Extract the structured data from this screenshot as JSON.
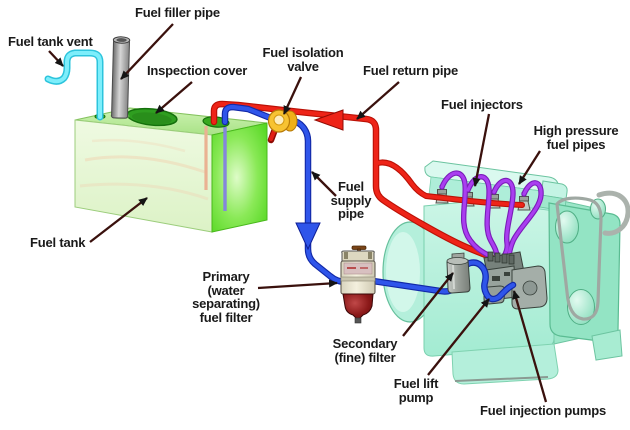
{
  "labels": {
    "fuel_tank_vent": "Fuel tank vent",
    "fuel_filler_pipe": "Fuel filler pipe",
    "inspection_cover": "Inspection cover",
    "fuel_isolation_valve": "Fuel isolation\nvalve",
    "fuel_return_pipe": "Fuel return pipe",
    "fuel_injectors": "Fuel injectors",
    "high_pressure_fuel_pipes": "High pressure\nfuel pipes",
    "fuel_supply_pipe": "Fuel\nsupply\npipe",
    "fuel_tank": "Fuel tank",
    "primary_fuel_filter": "Primary\n(water\nseparating)\nfuel filter",
    "secondary_filter": "Secondary\n(fine) filter",
    "fuel_lift_pump": "Fuel lift\npump",
    "fuel_injection_pumps": "Fuel injection pumps"
  },
  "flow_arrows": {
    "return_flow": "left",
    "supply_flow": "down"
  },
  "colors": {
    "supply_pipe_blue": "#2f55ea",
    "return_pipe_red": "#ee2418",
    "vent_pipe_cyan": "#7deefb",
    "high_pressure_pipe_purple": "#a93ef0",
    "tank_green": "#52d81e",
    "engine_mint": "#a8ecd2",
    "valve_yellow": "#f7c332",
    "filter_bowl_red": "#8a1818",
    "label_text": "#1a1a1a"
  }
}
